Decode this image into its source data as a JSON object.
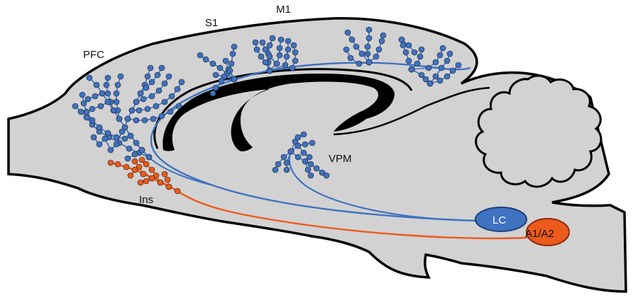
{
  "labels": {
    "pfc": "PFC",
    "s1": "S1",
    "m1": "M1",
    "vpm": "VPM",
    "ins": "Ins",
    "lc": "LC",
    "a1a2": "A1/A2"
  },
  "colors": {
    "tissue": "#d2d2d2",
    "outline": "#000000",
    "ventricle": "#000000",
    "lc_pathway": "#3f72c1",
    "a1a2_pathway": "#ec5a1c",
    "lc_nucleus": "#3f72c1",
    "a1a2_nucleus": "#ec5a1c"
  }
}
